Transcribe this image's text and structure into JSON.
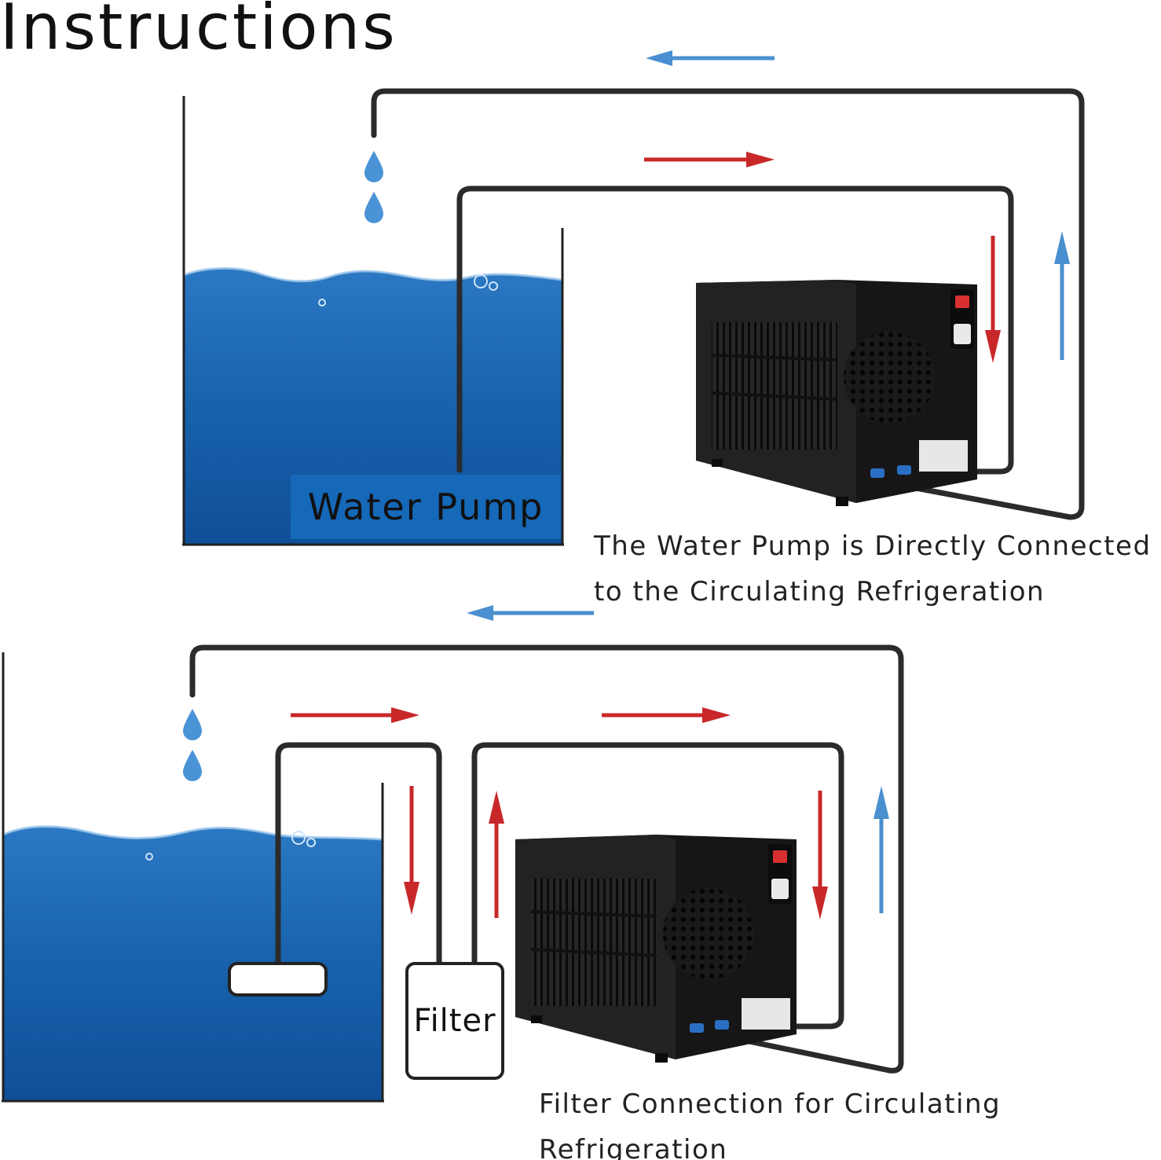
{
  "title": "Instructions",
  "diagram1": {
    "pump_label": "Water Pump",
    "caption": "The Water Pump is Directly Connected to the Circulating Refrigeration"
  },
  "diagram2": {
    "filter_label": "Filter",
    "caption": "Filter Connection for Circulating Refrigeration"
  },
  "colors": {
    "water": "#1a63ad",
    "water_dark": "#0d4c95",
    "pipe": "#2b2b2b",
    "hot_arrow": "#c8282a",
    "cold_arrow": "#4a8fd0",
    "chiller_body": "#1b1b1b",
    "drop": "#4a93d6"
  },
  "icons": [
    "water-drop-icon",
    "flow-arrow-icon",
    "chiller-unit-icon",
    "power-switch-icon",
    "fan-grille-icon"
  ]
}
